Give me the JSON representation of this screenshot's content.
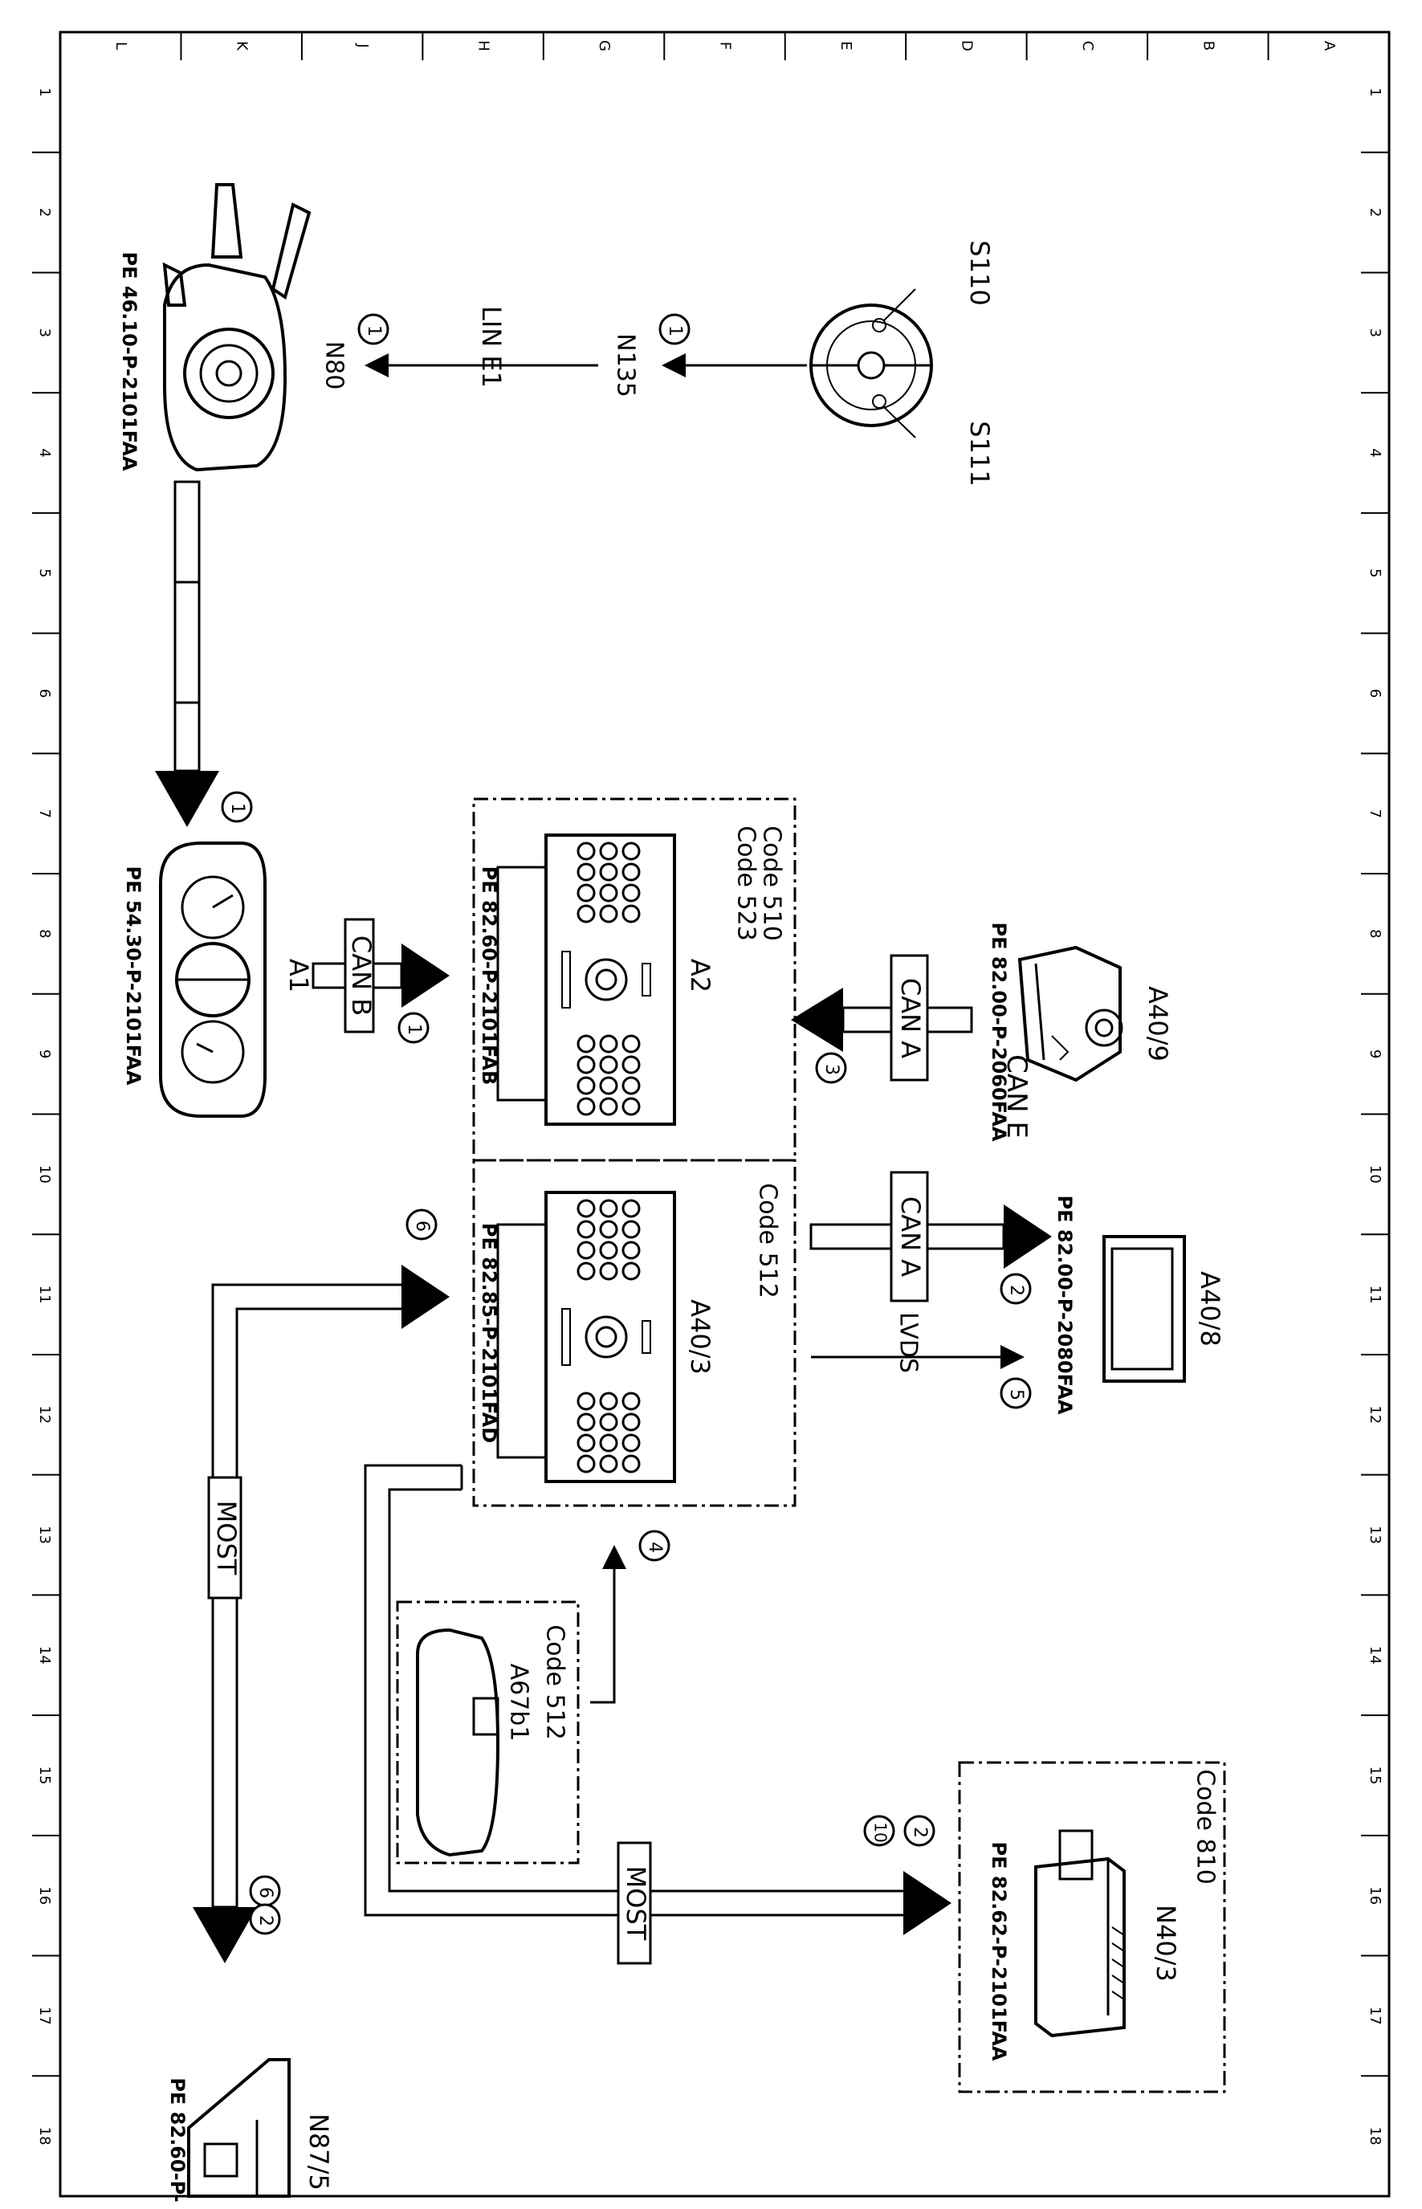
{
  "grid": {
    "columns": [
      "L",
      "K",
      "J",
      "H",
      "G",
      "F",
      "E",
      "D",
      "C",
      "B",
      "A"
    ],
    "rows": [
      "1",
      "2",
      "3",
      "4",
      "5",
      "6",
      "7",
      "8",
      "9",
      "10",
      "11",
      "12",
      "13",
      "14",
      "15",
      "16",
      "17",
      "18"
    ]
  },
  "components": {
    "s110": "S110",
    "s111": "S111",
    "n135": "N135",
    "n80": "N80",
    "a1": "A1",
    "a2": "A2",
    "a40_9": "A40/9",
    "a40_3": "A40/3",
    "a40_8": "A40/8",
    "a67b1": "A67b1",
    "n40_3": "N40/3",
    "n87_5": "N87/5"
  },
  "buses": {
    "lin_e1": "LIN E1",
    "can_e": "CAN E",
    "can_b": "CAN B",
    "can_a_1": "CAN A",
    "can_a_2": "CAN A",
    "lvds": "LVDS",
    "most_1": "MOST",
    "most_2": "MOST"
  },
  "codes": {
    "code_510": "Code 510",
    "code_523": "Code 523",
    "code_512_main": "Code 512",
    "code_512_mirror": "Code 512",
    "code_810": "Code 810"
  },
  "references": {
    "n80": "PE 46.10-P-2101FAA",
    "a1": "PE 54.30-P-2101FAA",
    "a2": "PE 82.60-P-2101FAB",
    "a40_9": "PE 82.00-P-2060FAA",
    "a40_3": "PE 82.85-P-2101FAD",
    "a40_8": "PE 82.00-P-2080FAA",
    "n40_3": "PE 82.62-P-2101FAA",
    "n87_5": "PE 82.60-P-"
  },
  "markers": {
    "m_n135": "1",
    "m_n80": "1",
    "m_cane": "1",
    "m_canb": "1",
    "m_cana_in": "3",
    "m_cana_out": "2",
    "m_lvds": "5",
    "m_mirror": "4",
    "m_most_in": "6",
    "m_most_a": "6",
    "m_most_b": "2",
    "m_n40_a": "2",
    "m_n40_b": "10"
  }
}
